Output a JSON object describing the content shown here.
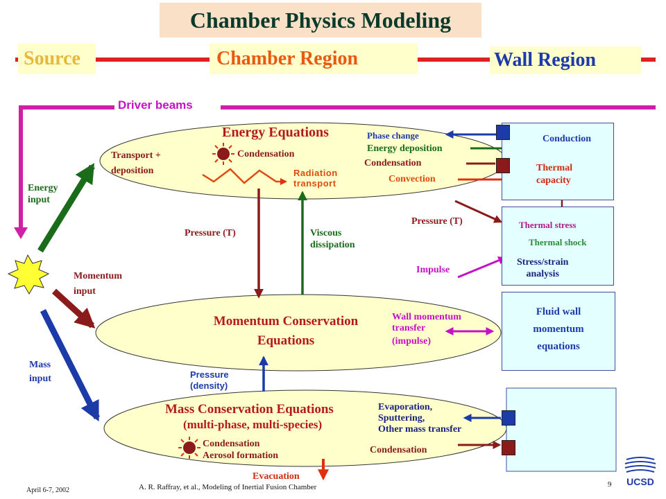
{
  "title": "Chamber Physics Modeling",
  "headers": {
    "source": "Source",
    "chamber": "Chamber Region",
    "wall": "Wall Region"
  },
  "driver_beams": "Driver beams",
  "inputs": {
    "energy": [
      "Energy",
      "input"
    ],
    "momentum": [
      "Momentum",
      "input"
    ],
    "mass": [
      "Mass",
      "input"
    ]
  },
  "energy_eq": {
    "title": "Energy Equations",
    "transport": [
      "Transport +",
      "deposition"
    ],
    "condensation": "Condensation",
    "radiation": [
      "Radiation",
      "transport"
    ]
  },
  "couplings": {
    "pressure_t": "Pressure (T)",
    "viscous": [
      "Viscous",
      "dissipation"
    ],
    "pressure_density": [
      "Pressure",
      "(density)"
    ]
  },
  "momentum_eq": {
    "title": [
      "Momentum Conservation",
      "Equations"
    ]
  },
  "mass_eq": {
    "title": "Mass Conservation Equations",
    "subtitle": "(multi-phase, multi-species)",
    "condensation": "Condensation",
    "aerosol": "Aerosol formation",
    "evacuation": "Evacuation"
  },
  "energy_wall_links": {
    "phase_change": "Phase change",
    "energy_deposition": "Energy deposition",
    "condensation": "Condensation",
    "convection": "Convection",
    "pressure_t": "Pressure (T)",
    "impulse": "Impulse"
  },
  "momentum_wall_link": [
    "Wall momentum",
    "transfer",
    "(impulse)"
  ],
  "mass_wall_links": {
    "evaporation": [
      "Evaporation,",
      "Sputtering,",
      "Other mass transfer"
    ],
    "condensation": "Condensation"
  },
  "wall_boxes": {
    "conduction": "Conduction",
    "thermal_capacity": [
      "Thermal",
      "capacity"
    ],
    "thermal_stress": "Thermal stress",
    "thermal_shock": "Thermal shock",
    "stress_strain": [
      "Stress/strain",
      "analysis"
    ],
    "fluid_wall": [
      "Fluid wall",
      "momentum",
      "equations"
    ]
  },
  "footer": {
    "date": "April 6-7, 2002",
    "citation": "A. R. Raffray, et al., Modeling of Inertial Fusion Chamber",
    "page": "9",
    "logo_text": "UCSD"
  },
  "colors": {
    "ellipse_fill": "#ffffcc",
    "box_fill": "#e3ffff",
    "header_fill": "#ffffcc",
    "title_fill": "#fbe0c8",
    "green": "#1a6b1a",
    "maroon": "#8b1a1a",
    "blue": "#1c3aa8",
    "magenta": "#c412c4",
    "red_line": "#e02020"
  }
}
